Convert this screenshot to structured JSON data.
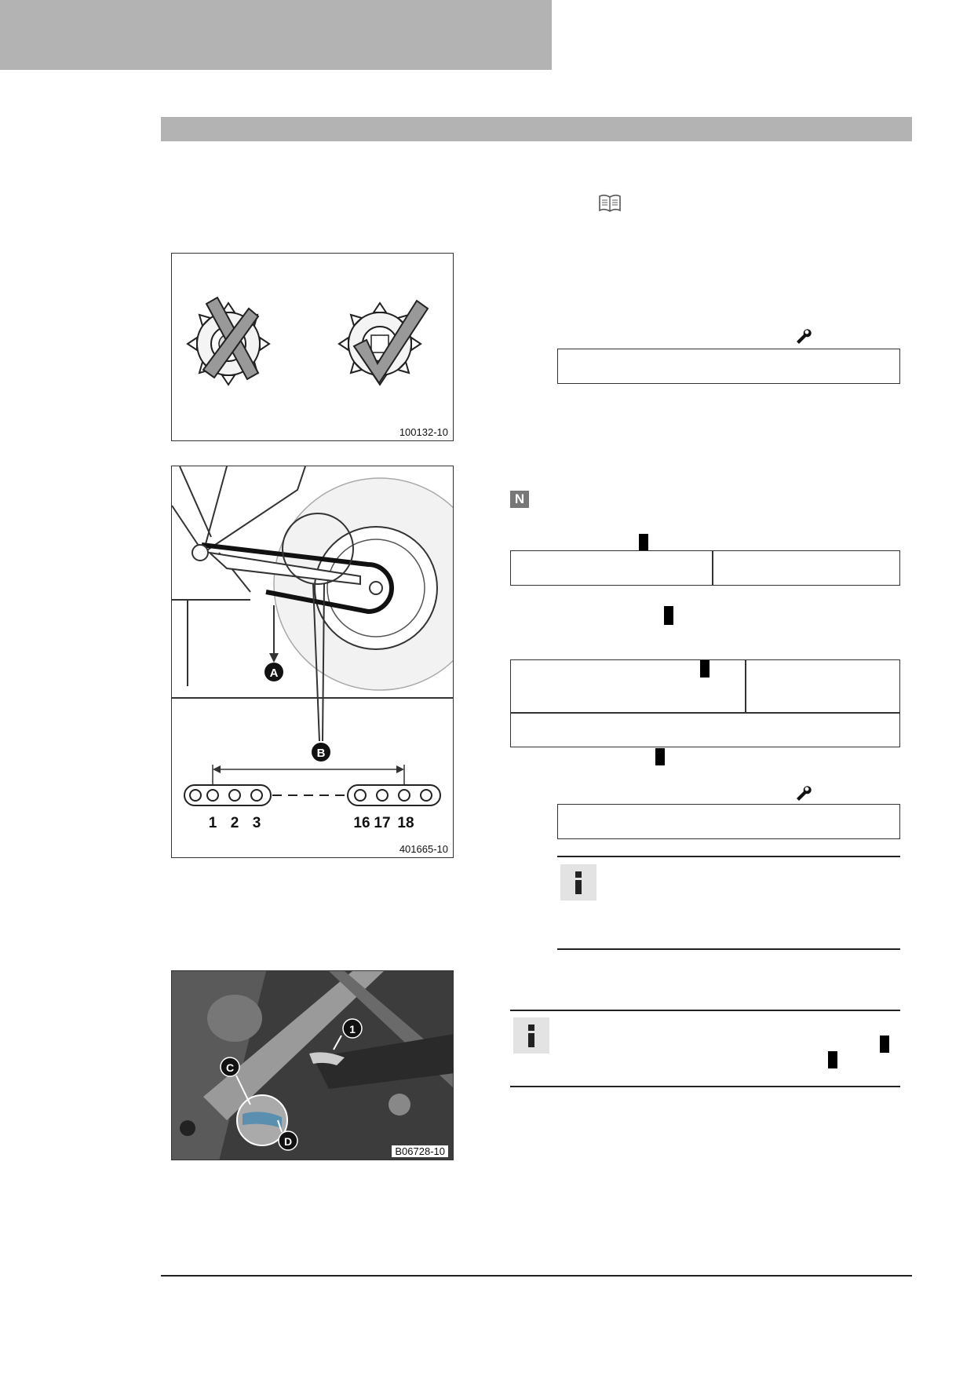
{
  "figures": {
    "sprocket_caption": "100132-10",
    "chain_caption": "401665-10",
    "photo_caption": "B06728-10",
    "chain_callout_a": "A",
    "chain_callout_b": "B",
    "link_numbers_left": [
      "1",
      "2",
      "3"
    ],
    "link_numbers_right": [
      "16",
      "17",
      "18"
    ],
    "photo_callout_1": "1",
    "photo_callout_c": "C",
    "photo_callout_d": "D"
  },
  "icons": {
    "manual": "book-icon",
    "tool": "wrench-icon",
    "note": "N",
    "info": "info-icon"
  },
  "colors": {
    "header_gray": "#b3b3b3",
    "marker_black": "#000000",
    "note_gray": "#777777"
  }
}
